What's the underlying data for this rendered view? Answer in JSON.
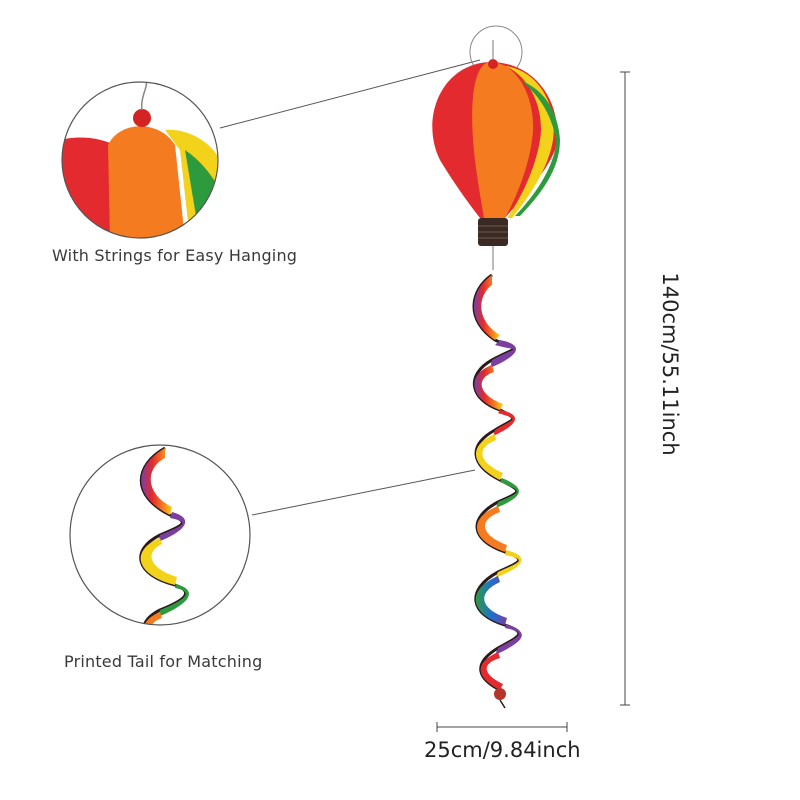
{
  "callouts": {
    "hanging": "With Strings for Easy Hanging",
    "tail": "Printed Tail for Matching"
  },
  "dimensions": {
    "height": "140cm/55.11inch",
    "width": "25cm/9.84inch"
  },
  "colors": {
    "red": "#e32a2e",
    "orange": "#f47b20",
    "yellow": "#f3d21b",
    "green": "#2e9a3e",
    "blue": "#1f6fd1",
    "purple": "#7b3fa0",
    "outline": "#2a1a1a"
  }
}
